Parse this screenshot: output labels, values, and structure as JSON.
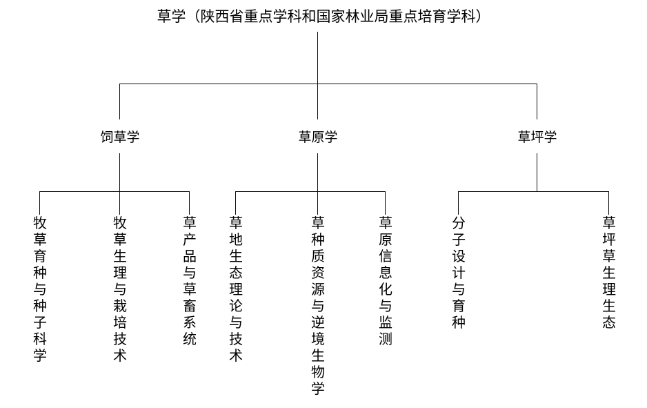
{
  "diagram": {
    "type": "organizational-hierarchy",
    "background_color": "#ffffff",
    "line_color": "#0b0b0b",
    "text_color": "#000000",
    "root": {
      "label": "草学（陕西省重点学科和国家林业局重点培育学科）"
    },
    "level2": [
      {
        "label": "饲草学"
      },
      {
        "label": "草原学"
      },
      {
        "label": "草坪学"
      }
    ],
    "leaves": [
      {
        "label": "牧草育种与种子科学",
        "parent": "饲草学"
      },
      {
        "label": "牧草生理与栽培技术",
        "parent": "饲草学"
      },
      {
        "label": "草产品与草畜系统",
        "parent": "饲草学"
      },
      {
        "label": "草地生态理论与技术",
        "parent": "草原学"
      },
      {
        "label": "草种质资源与逆境生物学",
        "parent": "草原学"
      },
      {
        "label": "草原信息化与监测",
        "parent": "草原学"
      },
      {
        "label": "分子设计与育种",
        "parent": "草坪学"
      },
      {
        "label": "草坪草生理生态",
        "parent": "草坪学"
      }
    ]
  }
}
